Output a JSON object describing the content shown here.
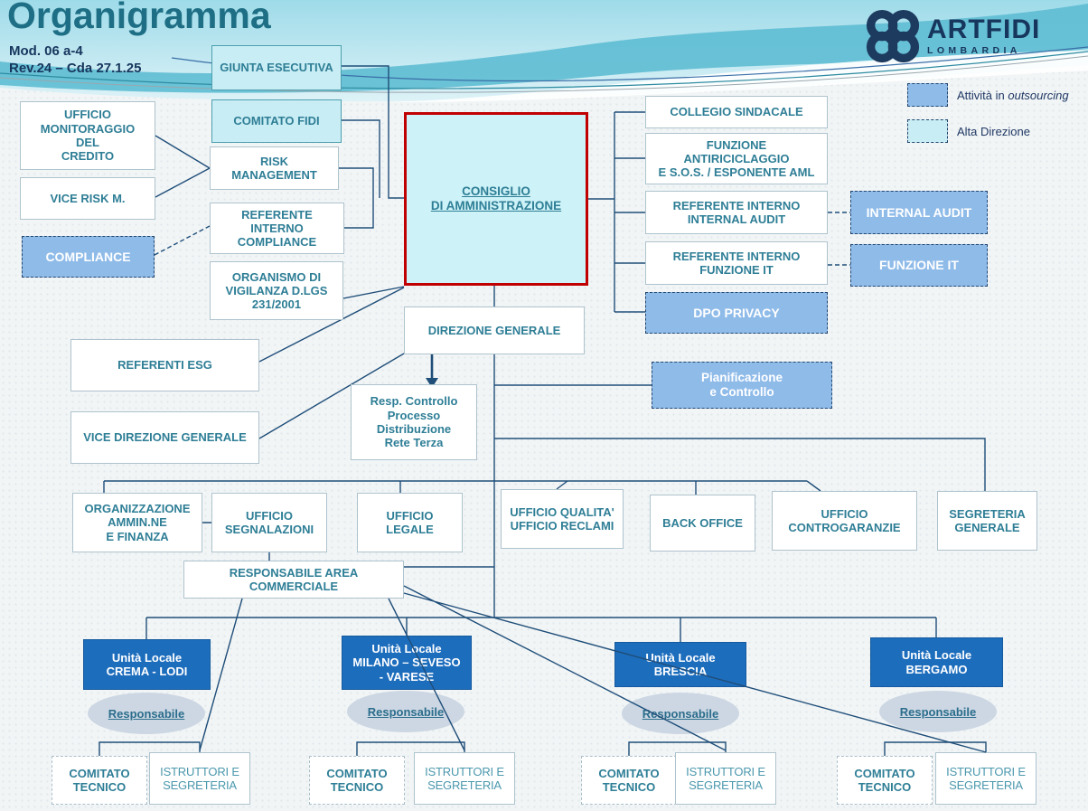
{
  "header": {
    "title": "Organigramma",
    "mod_rev": "Mod. 06 a-4\nRev.24 – Cda 27.1.25",
    "logo": {
      "name": "ARTFIDI",
      "sub": "LOMBARDIA"
    }
  },
  "legend": {
    "outsourcing_prefix": "Attività in ",
    "outsourcing_italic": "outsourcing",
    "alta_direzione": "Alta Direzione"
  },
  "colors": {
    "title_teal": "#1e6f85",
    "navy_text": "#17365d",
    "box_text_teal": "#2e7e96",
    "connector_navy": "#1f4e79",
    "consiglio_border_red": "#c00000",
    "alta_direzione_fill": "#c9edf4",
    "outsourcing_fill": "#8fbbe9",
    "unit_fill": "#1d6dbd",
    "ellipse_fill": "#ccd7e3"
  },
  "boxes": {
    "giunta": "GIUNTA ESECUTIVA",
    "comitato_fidi": "COMITATO FIDI",
    "risk_management": "RISK\nMANAGEMENT",
    "ufficio_monitoraggio": "UFFICIO\nMONITORAGGIO\nDEL\nCREDITO",
    "vice_risk": "VICE RISK M.",
    "compliance": "COMPLIANCE",
    "referente_compliance": "REFERENTE\nINTERNO\nCOMPLIANCE",
    "organismo_vigilanza": "ORGANISMO DI\nVIGILANZA D.LGS\n231/2001",
    "consiglio": "CONSIGLIO\nDI AMMINISTRAZIONE",
    "collegio_sindacale": "COLLEGIO SINDACALE",
    "funzione_antiriciclaggio": "FUNZIONE\nANTIRICICLAGGIO\nE S.O.S. / ESPONENTE AML",
    "referente_internal_audit": "REFERENTE INTERNO\nINTERNAL AUDIT",
    "referente_funzione_it": "REFERENTE INTERNO\nFUNZIONE IT",
    "dpo_privacy": "DPO PRIVACY",
    "internal_audit": "INTERNAL AUDIT",
    "funzione_it": "FUNZIONE IT",
    "direzione_generale": "DIREZIONE GENERALE",
    "pianificazione": "Pianificazione\ne Controllo",
    "referenti_esg": "REFERENTI ESG",
    "vice_direzione": "VICE DIREZIONE GENERALE",
    "resp_controllo": "Resp. Controllo\nProcesso\nDistribuzione\nRete Terza",
    "organizzazione": "ORGANIZZAZIONE\nAMMIN.NE\nE FINANZA",
    "segnalazioni": "UFFICIO\nSEGNALAZIONI",
    "legale": "UFFICIO\nLEGALE",
    "qualita": "UFFICIO QUALITA'\nUFFICIO RECLAMI",
    "back_office": "BACK OFFICE",
    "controgaranzie": "UFFICIO\nCONTROGARANZIE",
    "segreteria": "SEGRETERIA\nGENERALE",
    "resp_area_commerciale": "RESPONSABILE AREA\nCOMMERCIALE"
  },
  "units": [
    {
      "name": "Unità Locale\nCREMA - LODI",
      "responsabile": "Responsabile",
      "comitato": "COMITATO\nTECNICO",
      "istruttori": "ISTRUTTORI E\nSEGRETERIA"
    },
    {
      "name": "Unità Locale\nMILANO – SEVESO\n- VARESE",
      "responsabile": "Responsabile",
      "comitato": "COMITATO\nTECNICO",
      "istruttori": "ISTRUTTORI E\nSEGRETERIA"
    },
    {
      "name": "Unità Locale\nBRESCIA",
      "responsabile": "Responsabile",
      "comitato": "COMITATO\nTECNICO",
      "istruttori": "ISTRUTTORI E\nSEGRETERIA"
    },
    {
      "name": "Unità Locale\nBERGAMO",
      "responsabile": "Responsabile",
      "comitato": "COMITATO\nTECNICO",
      "istruttori": "ISTRUTTORI E\nSEGRETERIA"
    }
  ]
}
